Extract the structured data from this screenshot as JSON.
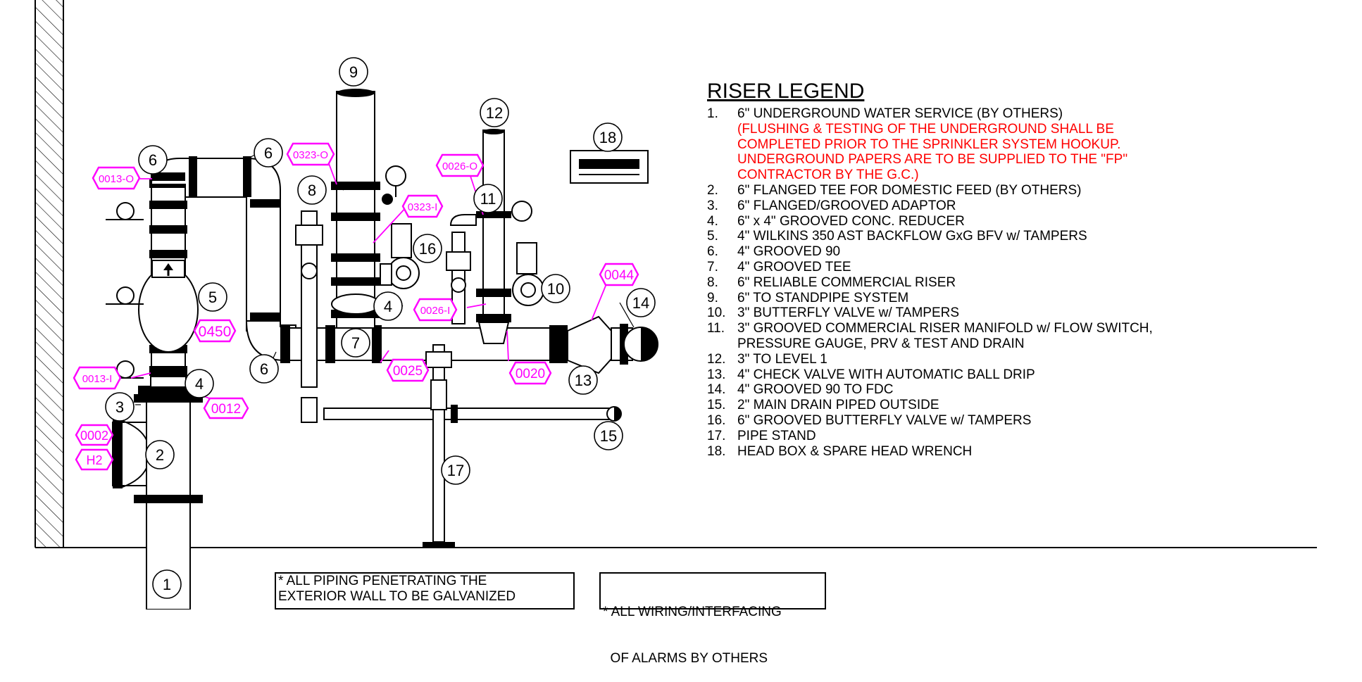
{
  "legend": {
    "title": "RISER LEGEND",
    "items": [
      {
        "num": "1.",
        "lines": [
          "6\" UNDERGROUND WATER SERVICE (BY OTHERS)"
        ],
        "note_lines": [
          "(FLUSHING & TESTING OF THE UNDERGROUND SHALL BE",
          "COMPLETED PRIOR TO THE SPRINKLER SYSTEM HOOKUP.",
          "UNDERGROUND PAPERS ARE TO BE SUPPLIED TO THE \"FP\"",
          "CONTRACTOR BY THE G.C.)"
        ]
      },
      {
        "num": "2.",
        "lines": [
          "6\" FLANGED TEE FOR DOMESTIC FEED (BY OTHERS)"
        ]
      },
      {
        "num": "3.",
        "lines": [
          "6\" FLANGED/GROOVED ADAPTOR"
        ]
      },
      {
        "num": "4.",
        "lines": [
          "6\" x 4\" GROOVED CONC. REDUCER"
        ]
      },
      {
        "num": "5.",
        "lines": [
          "4\" WILKINS 350 AST BACKFLOW GxG BFV w/ TAMPERS"
        ]
      },
      {
        "num": "6.",
        "lines": [
          "4\" GROOVED 90"
        ]
      },
      {
        "num": "7.",
        "lines": [
          "4\" GROOVED TEE"
        ]
      },
      {
        "num": "8.",
        "lines": [
          "6\" RELIABLE COMMERCIAL RISER"
        ]
      },
      {
        "num": "9.",
        "lines": [
          "6\" TO STANDPIPE SYSTEM"
        ]
      },
      {
        "num": "10.",
        "lines": [
          "3\" BUTTERFLY VALVE w/ TAMPERS"
        ]
      },
      {
        "num": "11.",
        "lines": [
          "3\" GROOVED COMMERCIAL RISER MANIFOLD w/ FLOW SWITCH,",
          "PRESSURE GAUGE, PRV & TEST AND DRAIN"
        ]
      },
      {
        "num": "12.",
        "lines": [
          "3\" TO LEVEL 1"
        ]
      },
      {
        "num": "13.",
        "lines": [
          "4\" CHECK VALVE WITH AUTOMATIC BALL DRIP"
        ]
      },
      {
        "num": "14.",
        "lines": [
          "4\" GROOVED 90 TO FDC"
        ]
      },
      {
        "num": "15.",
        "lines": [
          "2\" MAIN DRAIN PIPED OUTSIDE"
        ]
      },
      {
        "num": "16.",
        "lines": [
          "6\" GROOVED BUTTERFLY VALVE w/ TAMPERS"
        ]
      },
      {
        "num": "17.",
        "lines": [
          "PIPE STAND"
        ]
      },
      {
        "num": "18.",
        "lines": [
          "HEAD BOX & SPARE HEAD WRENCH"
        ]
      }
    ]
  },
  "notes": [
    {
      "lines": [
        "* ALL PIPING PENETRATING THE",
        "EXTERIOR WALL TO BE GALVANIZED"
      ]
    },
    {
      "lines": [
        "* ALL WIRING/INTERFACING",
        "  OF ALARMS BY OTHERS"
      ]
    }
  ],
  "callouts": [
    "1",
    "2",
    "3",
    "4",
    "4",
    "5",
    "6",
    "6",
    "6",
    "7",
    "8",
    "9",
    "10",
    "11",
    "12",
    "13",
    "14",
    "15",
    "16",
    "17",
    "18"
  ],
  "tags": [
    "0013-O",
    "0013-I",
    "0002",
    "H2",
    "0012",
    "0450",
    "0323-O",
    "0323-I",
    "0026-O",
    "0026-I",
    "0044",
    "0025",
    "0020"
  ],
  "colors": {
    "line": "#000000",
    "tag": "#ff00ff",
    "note_text": "#ff0000"
  }
}
